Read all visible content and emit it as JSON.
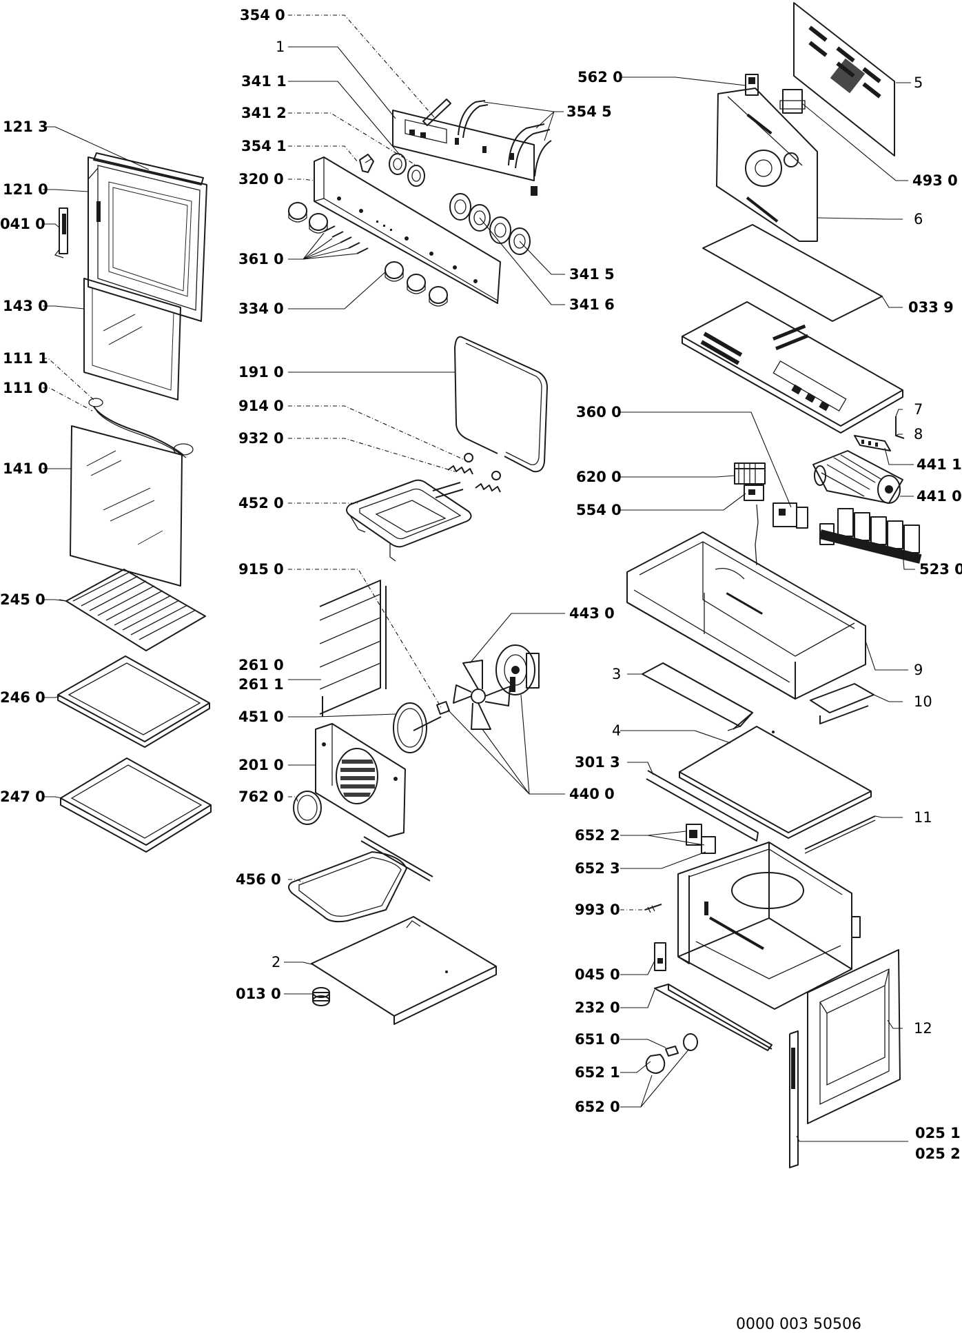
{
  "labels_left": [
    "121 3",
    "121 0",
    "041 0",
    "143 0",
    "111 1",
    "111 0",
    "141 0",
    "245 0",
    "246 0",
    "247 0"
  ],
  "labels_center": [
    "354 0",
    "1",
    "341 1",
    "341 2",
    "354 1",
    "320 0",
    "361 0",
    "334 0",
    "354 5",
    "341 5",
    "341 6",
    "191 0",
    "914 0",
    "932 0",
    "452 0",
    "915 0",
    "443 0",
    "261 0",
    "261 1",
    "451 0",
    "201 0",
    "762 0",
    "440 0",
    "456 0",
    "2",
    "013 0"
  ],
  "labels_right": [
    "562 0",
    "5",
    "493 0",
    "6",
    "033 9",
    "360 0",
    "7",
    "8",
    "441 1",
    "620 0",
    "441 0",
    "554 0",
    "523 0",
    "9",
    "3",
    "10",
    "4",
    "301 3",
    "11",
    "652 2",
    "652 3",
    "993 0",
    "045 0",
    "232 0",
    "12",
    "651 0",
    "652 1",
    "652 0",
    "025 1",
    "025 2"
  ],
  "diagram_code": "0000 003 50506"
}
